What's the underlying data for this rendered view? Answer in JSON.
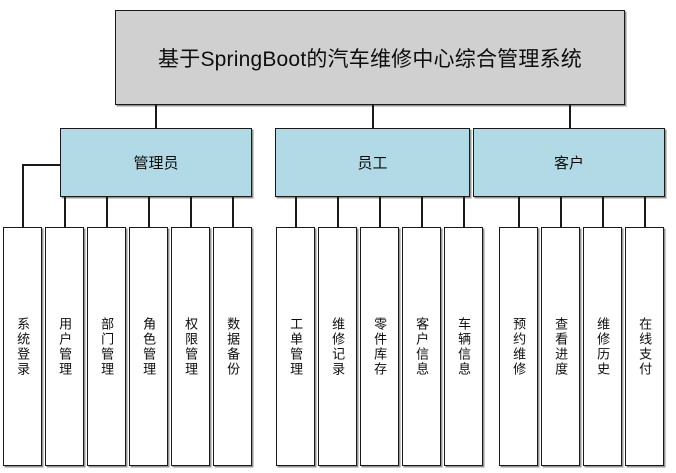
{
  "diagram": {
    "type": "tree",
    "title": "基于SpringBoot的汽车维修中心综合管理系统",
    "colors": {
      "root_fill": "#d0d0d0",
      "role_fill": "#b2d9e6",
      "leaf_fill": "#ffffff",
      "stroke": "#1a1a1a",
      "background": "#ffffff"
    },
    "root": {
      "label": "基于SpringBoot的汽车维修中心综合管理系统"
    },
    "roles": [
      {
        "id": "admin",
        "label": "管理员",
        "children": [
          {
            "label": "系统登录"
          },
          {
            "label": "用户管理"
          },
          {
            "label": "部门管理"
          },
          {
            "label": "角色管理"
          },
          {
            "label": "权限管理"
          },
          {
            "label": "数据备份"
          }
        ]
      },
      {
        "id": "staff",
        "label": "员工",
        "children": [
          {
            "label": "工单管理"
          },
          {
            "label": "维修记录"
          },
          {
            "label": "零件库存"
          },
          {
            "label": "客户信息"
          },
          {
            "label": "车辆信息"
          }
        ]
      },
      {
        "id": "customer",
        "label": "客户",
        "children": [
          {
            "label": "预约维修"
          },
          {
            "label": "查看进度"
          },
          {
            "label": "维修历史"
          },
          {
            "label": "在线支付"
          }
        ]
      }
    ]
  }
}
